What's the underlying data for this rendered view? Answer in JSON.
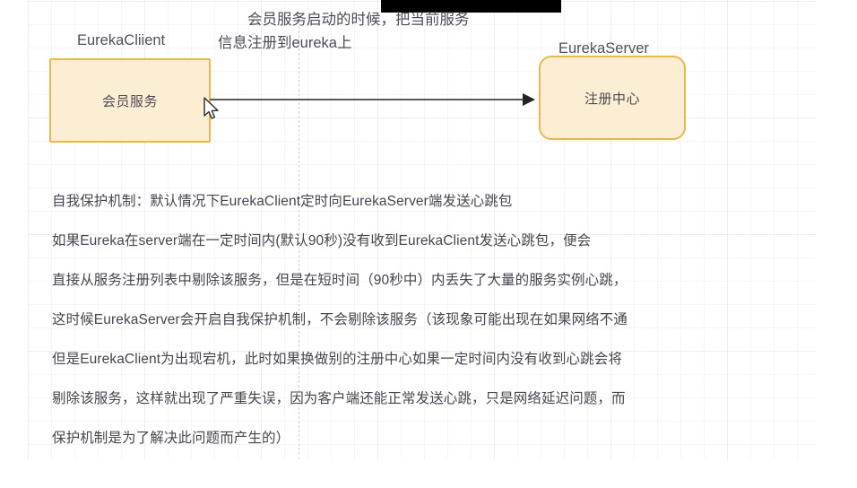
{
  "canvas": {
    "background": "#ffffff",
    "grid_color": "#ededf0"
  },
  "redaction": {
    "color": "#000000"
  },
  "diagram": {
    "nodes": [
      {
        "id": "eureka-client",
        "caption": "EurekaCliient",
        "label": "会员服务",
        "fill": "#fceed3",
        "border": "#e8b84a"
      },
      {
        "id": "eureka-server",
        "caption": "EurekaServer",
        "label": "注册中心",
        "fill": "#fceed3",
        "border": "#e8b84a"
      }
    ],
    "arrow": {
      "color": "#58585e",
      "note_line1": "会员服务启动的时候，把当前服务",
      "note_line2": "信息注册到eureka上"
    }
  },
  "body": {
    "lines": [
      "自我保护机制：默认情况下EurekaClient定时向EurekaServer端发送心跳包",
      "如果Eureka在server端在一定时间内(默认90秒)没有收到EurekaClient发送心跳包，便会",
      "直接从服务注册列表中剔除该服务，但是在短时间（90秒中）内丢失了大量的服务实例心跳，",
      "这时候EurekaServer会开启自我保护机制，不会剔除该服务（该现象可能出现在如果网络不通",
      "但是EurekaClient为出现宕机，此时如果换做别的注册中心如果一定时间内没有收到心跳会将",
      "剔除该服务，这样就出现了严重失误，因为客户端还能正常发送心跳，只是网络延迟问题，而",
      "保护机制是为了解决此问题而产生的）"
    ]
  },
  "cursor": {
    "icon": "arrow-pointer-icon"
  }
}
